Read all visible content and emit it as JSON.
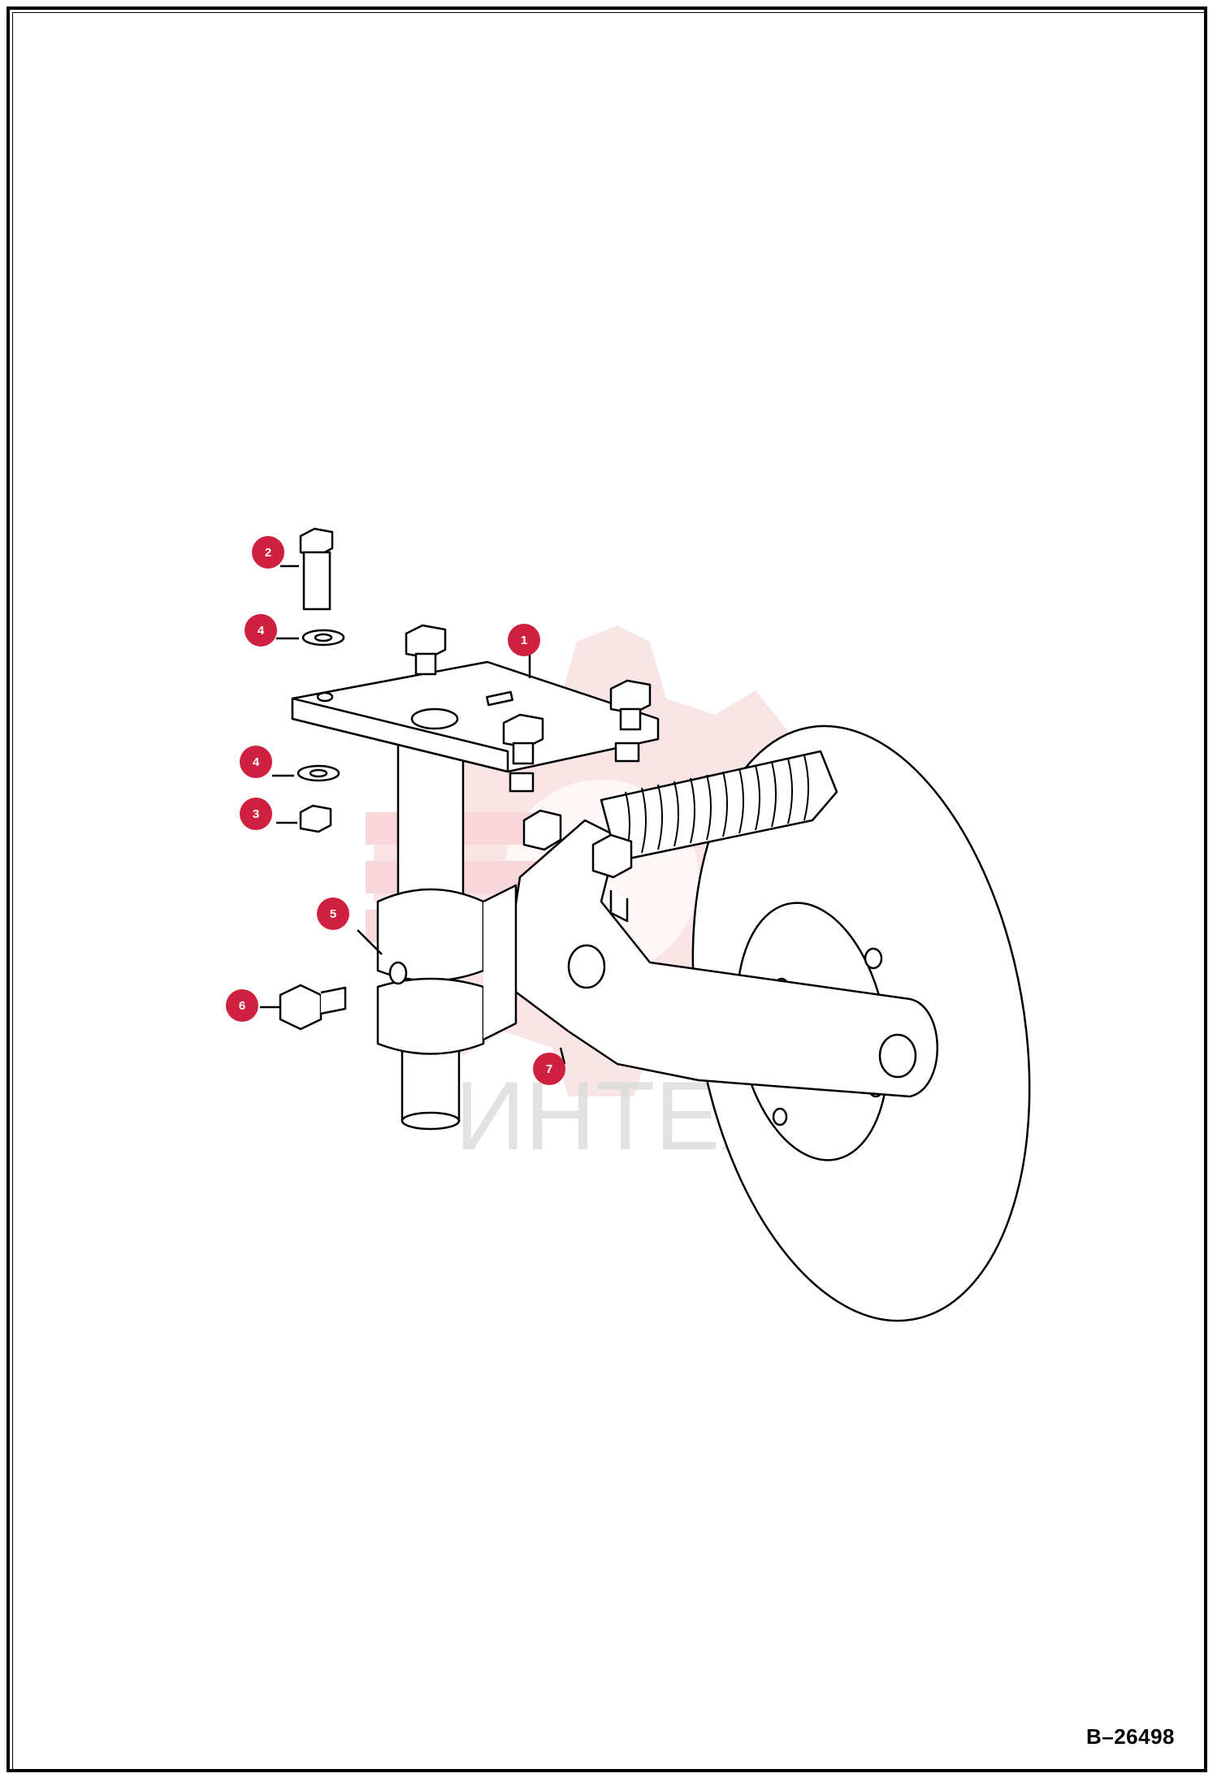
{
  "colors": {
    "callout": "#d0203f",
    "watermark": "#f4c4c7",
    "watermark_text": "#dcdcdc",
    "line": "#000000"
  },
  "watermark": {
    "icon": "gear-shield-logo",
    "text": "ИНТЕХ"
  },
  "callouts": [
    {
      "number": "1",
      "label": "1"
    },
    {
      "number": "2",
      "label": "2"
    },
    {
      "number": "3",
      "label": "3"
    },
    {
      "number": "4",
      "label": "4"
    },
    {
      "number": "4",
      "label": "4"
    },
    {
      "number": "5",
      "label": "5"
    },
    {
      "number": "6",
      "label": "6"
    },
    {
      "number": "7",
      "label": "7"
    }
  ],
  "figure_code": "B–26498"
}
